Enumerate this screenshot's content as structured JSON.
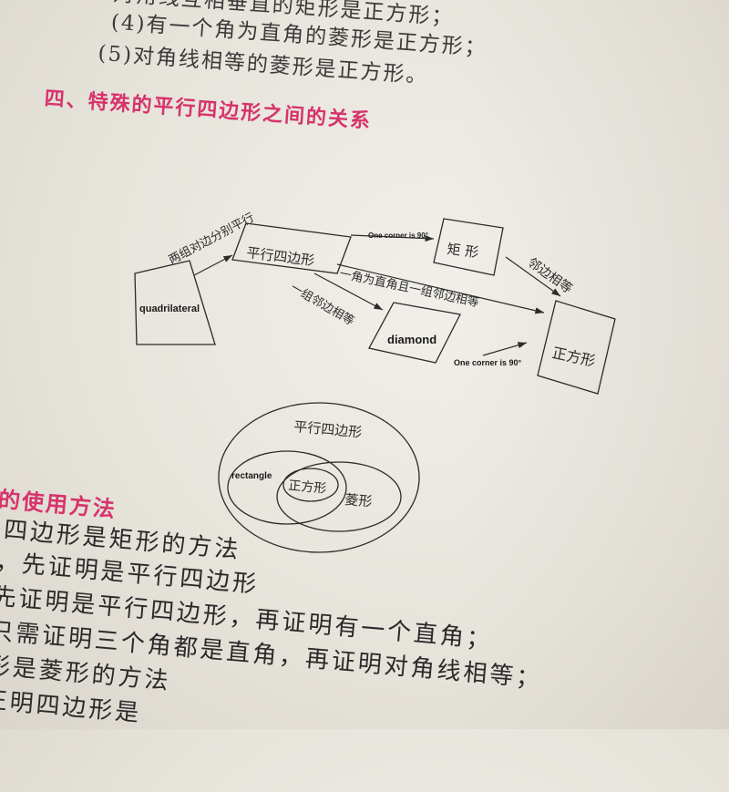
{
  "list_items": [
    "对角线互相垂直的矩形是正方形；",
    "(4)有一个角为直角的菱形是正方形；",
    "(5)对角线相等的菱形是正方形。"
  ],
  "section_heading": "四、特殊的平行四边形之间的关系",
  "flow_diagram": {
    "nodes": {
      "quadrilateral": "quadrilateral",
      "parallelogram": "平行四边形",
      "rectangle": "矩 形",
      "rhombus": "diamond",
      "square": "正方形"
    },
    "edges": {
      "quad_to_para": "两组对边分别平行",
      "para_to_rect": "One corner is 90°",
      "para_to_square": "一角为直角且一组邻边相等",
      "para_to_rhombus": "一组邻边相等",
      "rect_to_square": "邻边相等",
      "rhombus_to_square": "One corner is 90°"
    }
  },
  "venn_diagram": {
    "outer": "平行四边形",
    "left": "rectangle",
    "center": "正方形",
    "right": "菱形"
  },
  "subsection_heading": "的使用方法",
  "body_lines": [
    "四边形是矩形的方法",
    "，先证明是平行四边形",
    "先证明是平行四边形，再证明有一个直角；",
    "只需证明三个角都是直角，再证明对角线相等；",
    "形是菱形的方法",
    "正明四边形是"
  ],
  "colors": {
    "accent": "#d6336c",
    "text": "#2b2b2b"
  }
}
